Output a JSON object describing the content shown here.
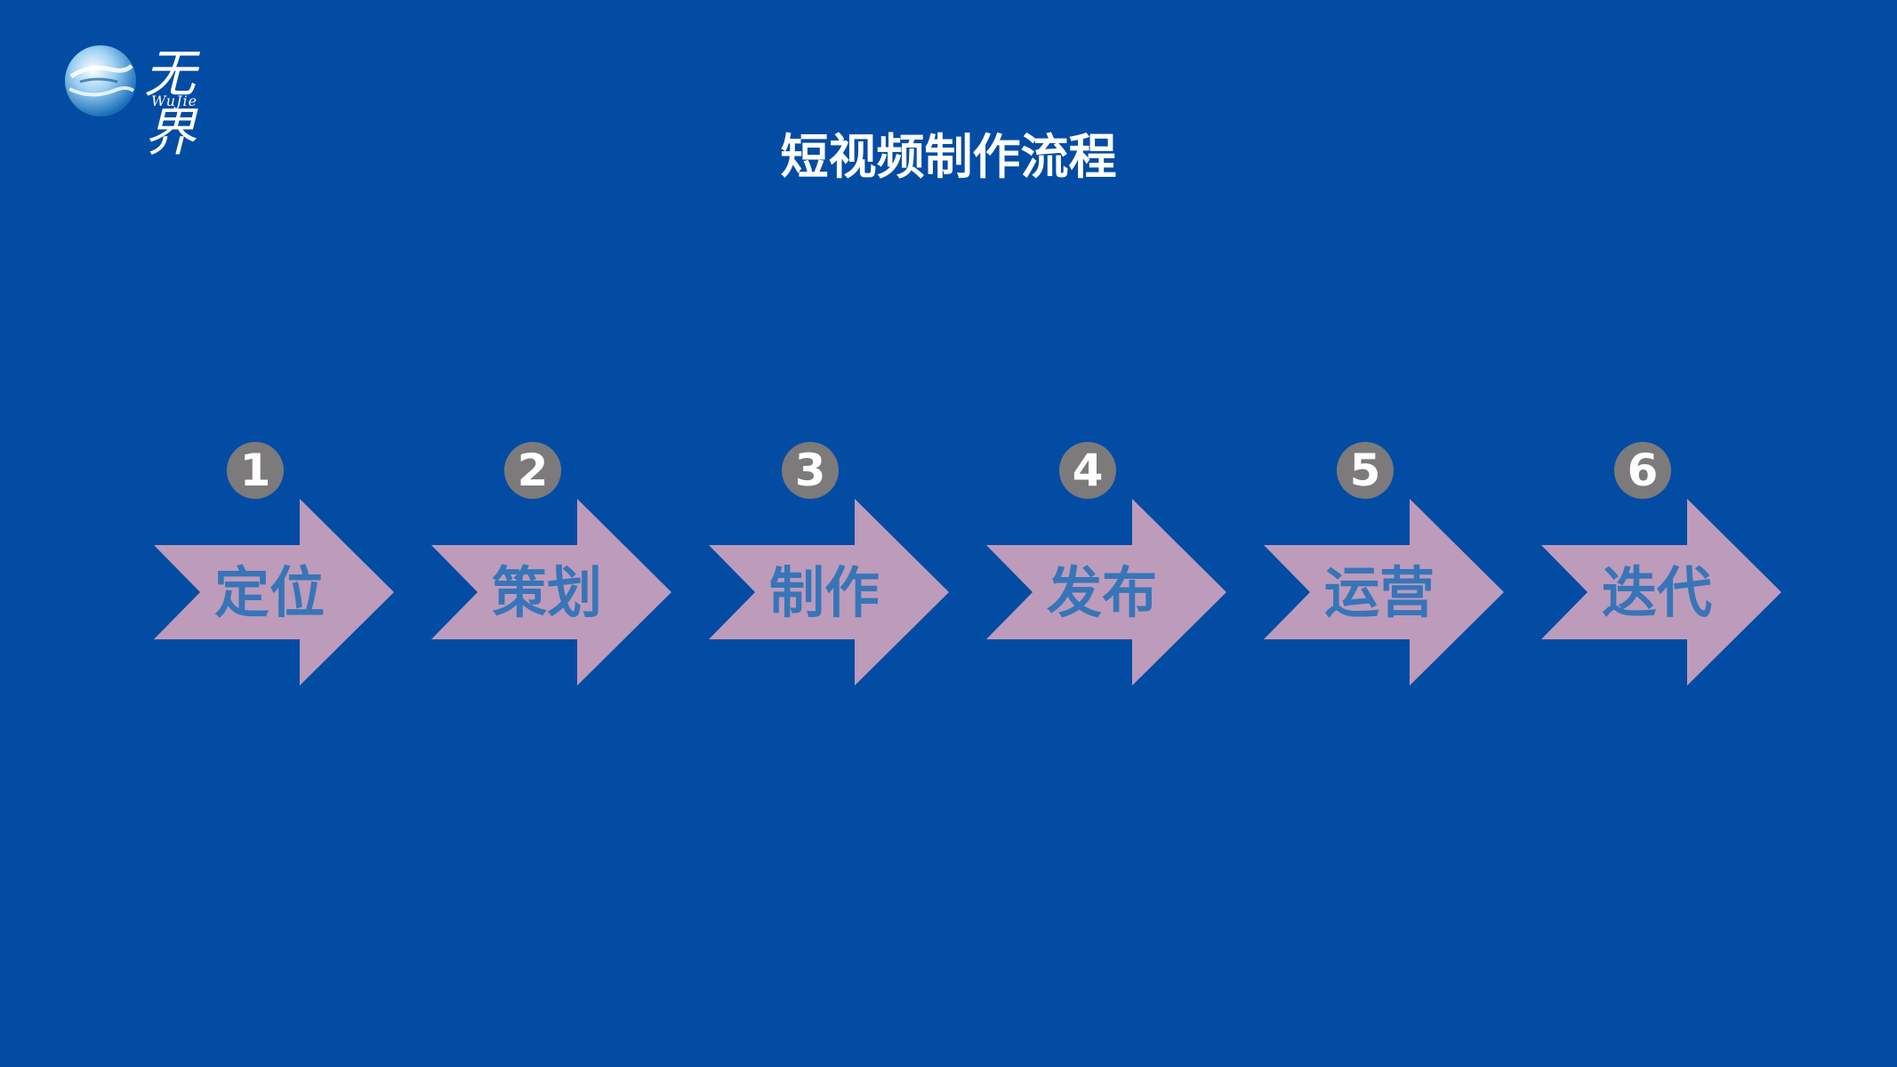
{
  "logo": {
    "chinese": "无界",
    "latin": "WuJie"
  },
  "title": "短视频制作流程",
  "colors": {
    "background": "#034ca4",
    "arrow_fill": "#bd9bbb",
    "badge_fill": "#7c7a7b",
    "label_text": "#3775b8",
    "title_text": "#ffffff"
  },
  "steps": [
    {
      "number": "1",
      "label": "定位"
    },
    {
      "number": "2",
      "label": "策划"
    },
    {
      "number": "3",
      "label": "制作"
    },
    {
      "number": "4",
      "label": "发布"
    },
    {
      "number": "5",
      "label": "运营"
    },
    {
      "number": "6",
      "label": "迭代"
    }
  ]
}
